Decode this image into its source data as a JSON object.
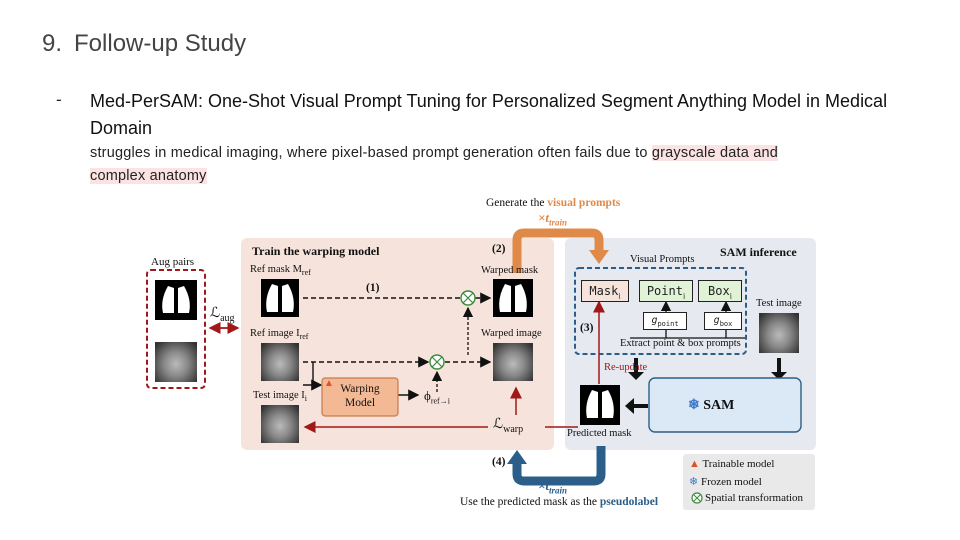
{
  "slide": {
    "number": "9.",
    "title": "Follow-up Study",
    "bullet_marker": "-",
    "bullet_text": "Med-PerSAM: One-Shot Visual Prompt Tuning for Personalized Segment Anything Model in Medical Domain",
    "desc_plain": "struggles in medical imaging, where pixel-based prompt generation often fails due to ",
    "desc_highlight_1": "grayscale data and",
    "desc_highlight_2": "complex anatomy"
  },
  "diagram": {
    "generate_plain": "Generate the ",
    "generate_bold": "visual prompts",
    "t_train_top": "×t",
    "t_train_sub": "train",
    "aug_pairs": "Aug pairs",
    "l_aug": "ℒ",
    "l_aug_sub": "aug",
    "warp_title": "Train the warping model",
    "ref_mask": "Ref mask M",
    "ref_mask_sub": "ref",
    "ref_image": "Ref image I",
    "ref_image_sub": "ref",
    "test_image_i": "Test image I",
    "test_image_i_sub": "i",
    "warping_model_1": "Warping",
    "warping_model_2": "Model",
    "phi": "ϕ",
    "phi_sub": "ref→i",
    "step1": "(1)",
    "step2": "(2)",
    "step3": "(3)",
    "step4": "(4)",
    "warped_mask": "Warped mask",
    "warped_image": "Warped image",
    "l_warp": "ℒ",
    "l_warp_sub": "warp",
    "sam_title": "SAM inference",
    "visual_prompts": "Visual Prompts",
    "mask_i": "Mask",
    "point_i": "Point",
    "box_i": "Box",
    "sub_i": "i",
    "g_point": "g",
    "g_point_sub": "point",
    "g_box": "g",
    "g_box_sub": "box",
    "extract": "Extract point & box prompts",
    "test_image": "Test image",
    "re_update": "Re-update",
    "sam": "SAM",
    "predicted_mask": "Predicted mask",
    "t_train_bottom": "×t",
    "t_train_bottom_sub": "train",
    "pseudo_plain": "Use the predicted mask as the ",
    "pseudo_bold": "pseudolabel",
    "legend_trainable": "Trainable model",
    "legend_frozen": "Frozen model",
    "legend_spatial": "Spatial transformation",
    "colors": {
      "orange": "#e08a4a",
      "blue": "#2b5f8a",
      "warp_bg": "#f6e4dc",
      "sam_bg": "#e6e9ef",
      "dark_red": "#a01818"
    }
  }
}
